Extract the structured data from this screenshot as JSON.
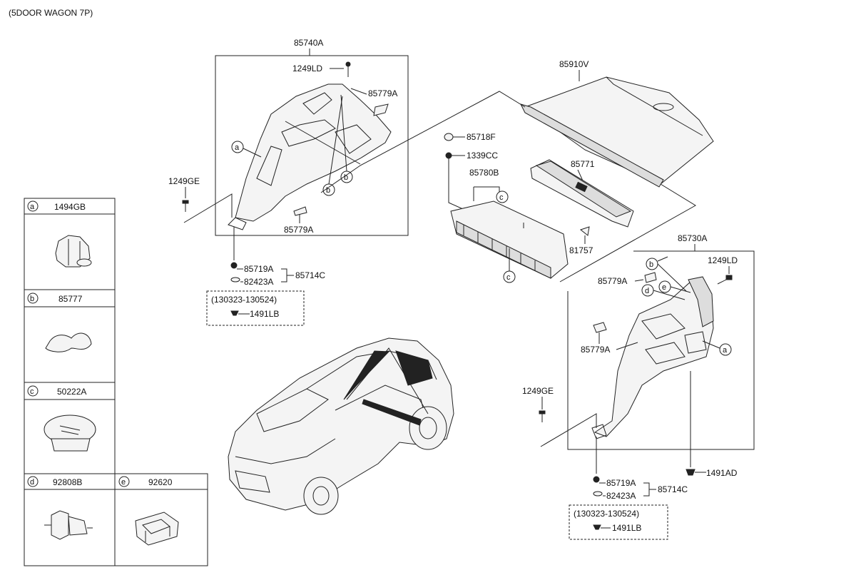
{
  "header": {
    "title": "(5DOOR WAGON 7P)"
  },
  "parts": {
    "p85740A": "85740A",
    "p1249LD_left": "1249LD",
    "p85779A_top": "85779A",
    "p85779A_left": "85779A",
    "p1249GE_left": "1249GE",
    "p85719A_left": "85719A",
    "p82423A_left": "82423A",
    "p85714C_left": "85714C",
    "p1491LB_left": "1491LB",
    "date_left": "(130323-130524)",
    "p85910V": "85910V",
    "p85718F": "85718F",
    "p1339CC": "1339CC",
    "p85780B": "85780B",
    "p85771": "85771",
    "p81757": "81757",
    "p85730A": "85730A",
    "p1249LD_right": "1249LD",
    "p85779A_right1": "85779A",
    "p85779A_right2": "85779A",
    "p1249GE_right": "1249GE",
    "p1491AD": "1491AD",
    "p85719A_right": "85719A",
    "p82423A_right": "82423A",
    "p85714C_right": "85714C",
    "p1491LB_right": "1491LB",
    "date_right": "(130323-130524)"
  },
  "callouts": {
    "a": "a",
    "b": "b",
    "c": "c",
    "d": "d",
    "e": "e"
  },
  "legend": {
    "a": {
      "letter": "a",
      "part": "1494GB"
    },
    "b": {
      "letter": "b",
      "part": "85777"
    },
    "c": {
      "letter": "c",
      "part": "50222A"
    },
    "d": {
      "letter": "d",
      "part": "92808B"
    },
    "e": {
      "letter": "e",
      "part": "92620"
    }
  }
}
